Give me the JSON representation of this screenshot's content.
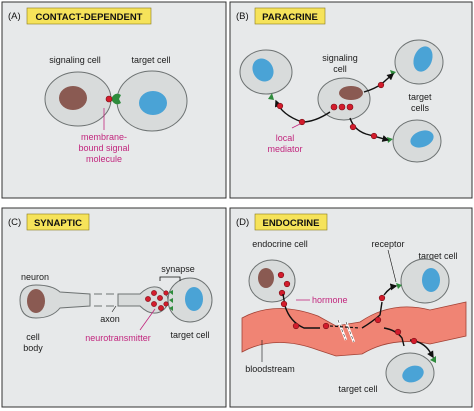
{
  "colors": {
    "panel_bg": "#e7e9ea",
    "title_box": "#f6e35a",
    "magenta_label": "#c2267e",
    "signal": "#d31c2c",
    "receptor": "#2e8b3c",
    "nucleus_blue": "#4aa3d6",
    "nucleus_brown": "#8a5a52",
    "bloodstream": "#f08474"
  },
  "panels": {
    "a": {
      "letter": "(A)",
      "title": "CONTACT-DEPENDENT",
      "signaling_cell": "signaling cell",
      "target_cell": "target cell",
      "signal_line1": "membrane-",
      "signal_line2": "bound signal",
      "signal_line3": "molecule"
    },
    "b": {
      "letter": "(B)",
      "title": "PARACRINE",
      "signaling_line1": "signaling",
      "signaling_line2": "cell",
      "target_line1": "target",
      "target_line2": "cells",
      "mediator_line1": "local",
      "mediator_line2": "mediator"
    },
    "c": {
      "letter": "(C)",
      "title": "SYNAPTIC",
      "neuron": "neuron",
      "axon": "axon",
      "cell_body_line1": "cell",
      "cell_body_line2": "body",
      "synapse": "synapse",
      "neurotransmitter": "neurotransmitter",
      "target_cell": "target cell"
    },
    "d": {
      "letter": "(D)",
      "title": "ENDOCRINE",
      "endocrine_cell": "endocrine cell",
      "receptor": "receptor",
      "target_cell_top": "target cell",
      "hormone": "hormone",
      "bloodstream": "bloodstream",
      "target_cell_bottom": "target cell"
    }
  }
}
